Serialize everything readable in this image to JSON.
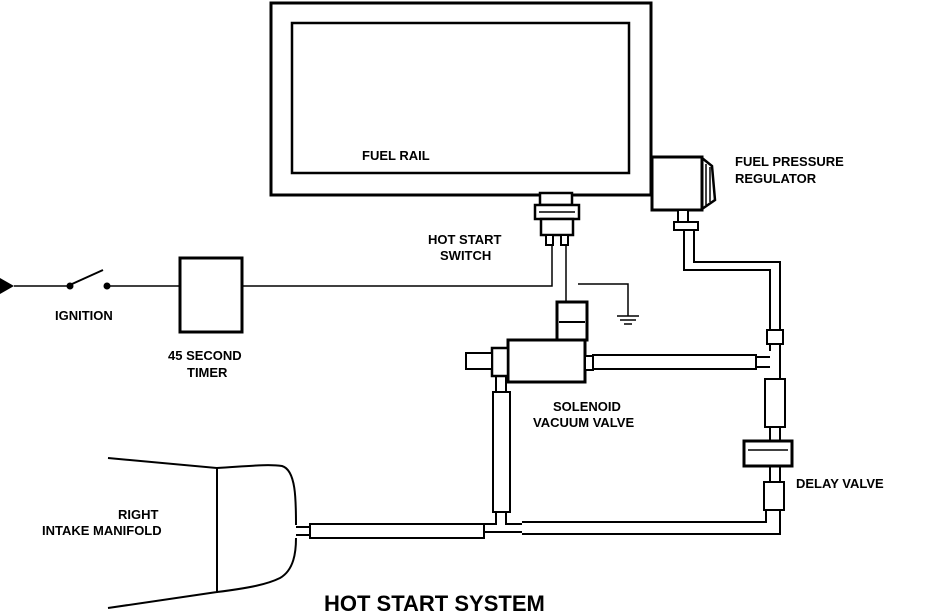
{
  "labels": {
    "fuel_rail": "FUEL RAIL",
    "regulator_line1": "FUEL PRESSURE",
    "regulator_line2": "REGULATOR",
    "switch_line1": "HOT START",
    "switch_line2": "SWITCH",
    "ignition": "IGNITION",
    "timer_line1": "45 SECOND",
    "timer_line2": "TIMER",
    "solenoid_line1": "SOLENOID",
    "solenoid_line2": "VACUUM VALVE",
    "delay_valve": "DELAY VALVE",
    "manifold_line1": "RIGHT",
    "manifold_line2": "INTAKE MANIFOLD"
  },
  "title": "HOT START SYSTEM"
}
